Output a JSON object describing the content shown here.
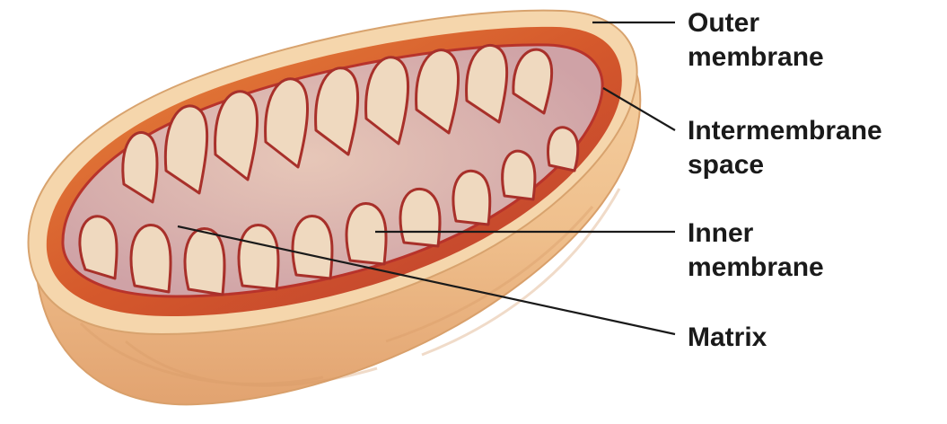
{
  "labels": {
    "outer_membrane": {
      "line1": "Outer",
      "line2": "membrane"
    },
    "intermembrane_space": {
      "line1": "Intermembrane",
      "line2": "space"
    },
    "inner_membrane": {
      "line1": "Inner",
      "line2": "membrane"
    },
    "matrix": {
      "line1": "Matrix"
    }
  },
  "colors": {
    "outer_shell": "#f2c48f",
    "shell_rim": "#f7dcb4",
    "inner_cavity": "#d9602c",
    "cristae_fill": "#efd9bf",
    "cristae_shadow": "#c7322c",
    "leader_lines": "#1a1a1a",
    "label_text": "#1a1a1a"
  },
  "icons": {
    "organelle": "mitochondrion-cross-section-illustration"
  }
}
